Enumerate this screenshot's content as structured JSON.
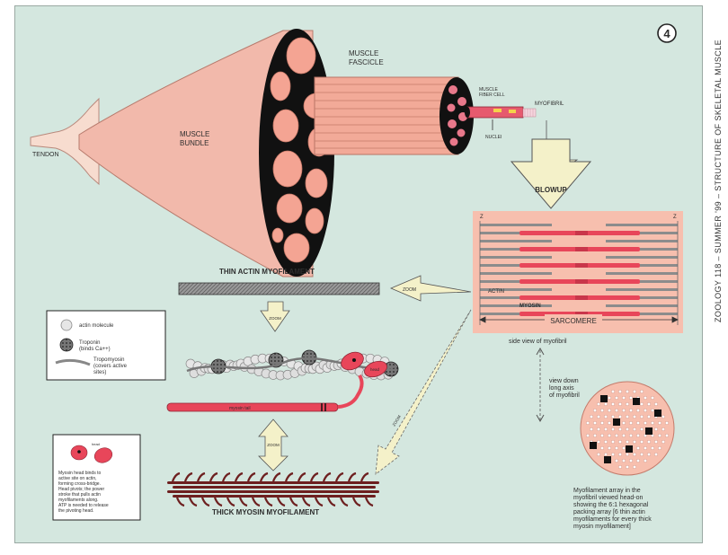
{
  "page_number": "4",
  "side_title": "ZOOLOGY 118 – SUMMER '99 – STRUCTURE OF SKELETAL MUSCLE",
  "labels": {
    "tendon": "TENDON",
    "muscle_bundle": "MUSCLE\nBUNDLE",
    "muscle_fascicle": "MUSCLE\nFASCICLE",
    "muscle_fiber_cell": "MUSCLE\nFIBER CELL",
    "myofibril": "MYOFIBRIL",
    "nuclei": "NUCLEI",
    "blowup": "BLOWUP",
    "z_left": "Z",
    "z_right": "Z",
    "actin": "ACTIN",
    "myosin": "MYOSIN",
    "sarcomere": "SARCOMERE",
    "side_view": "side view of myofibril",
    "view_down": "view down\nlong axis\nof myofibril",
    "thin_actin": "THIN ACTIN MYOFILAMENT",
    "thick_myosin": "THICK MYOSIN MYOFILAMENT",
    "zoom": "ZOOM",
    "myosin_tail": "myosin tail",
    "head": "head",
    "array_caption": "Myofilament array in the\nmyofibril viewed head-on\nshowing the 6:1 hexagonal\npacking array [6 thin actin\nmyofilaments for every thick\nmyosin myofilament]"
  },
  "legend_top": {
    "items": [
      "actin molecule",
      "Troponin\n(binds Ca++)",
      "Tropomyosin\n(covers active\nsites)"
    ]
  },
  "legend_bottom": {
    "text": "Myosin head binds to\nactive site on actin,\nforming cross-bridge.\nHead pivots; the power\nstroke that pulls actin\nmyofilaments along.\nATP is needed to release\nthe pivoting head.",
    "head_label": "head"
  },
  "colors": {
    "background": "#d4e7df",
    "muscle": "#f2b9ab",
    "fascicle": "#f4a493",
    "black": "#111111",
    "myosin_dark": "#6d1f1f",
    "myosin_red": "#e8465a",
    "sarcomere_bg": "#f7bfae",
    "actin_gray": "#8c8c8c",
    "arrow_fill": "#f4f1c9"
  }
}
